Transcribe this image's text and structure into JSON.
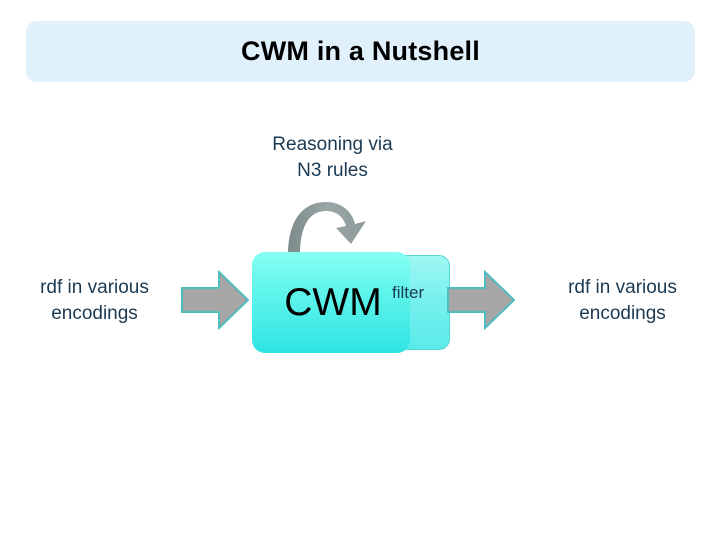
{
  "slide": {
    "title": "CWM in a Nutshell",
    "background_color": "#ffffff"
  },
  "title_banner": {
    "label": "CWM in a Nutshell",
    "background_color": "#e0f1fb",
    "text_color": "#000000"
  },
  "diagram": {
    "reasoning_caption": "Reasoning via\nN3 rules",
    "reasoning_caption_line1": "Reasoning via",
    "reasoning_caption_line2": "N3 rules",
    "loop_arrow": {
      "icon": "curved-loop-arrow-icon",
      "color": "#8f9b9b"
    },
    "input": {
      "label_line1": "rdf in various",
      "label_line2": "encodings",
      "text_color": "#1b3a52"
    },
    "arrow_in": {
      "icon": "right-block-arrow-icon",
      "fill_color": "#a6a6a6",
      "outline_color": "#4fbcbd"
    },
    "process": {
      "label": "CWM",
      "fill_top_color": "#86fff3",
      "fill_bottom_color": "#2fe4e2",
      "text_color": "#000000"
    },
    "filter": {
      "label": "filter",
      "fill_top_color": "#9ff8f3",
      "fill_bottom_color": "#59ebe9",
      "text_color": "#1b3a52"
    },
    "arrow_out": {
      "icon": "right-block-arrow-icon",
      "fill_color": "#a6a6a6",
      "outline_color": "#4fbcbd"
    },
    "output": {
      "label_line1": "rdf in various",
      "label_line2": "encodings",
      "text_color": "#1b3a52"
    }
  }
}
